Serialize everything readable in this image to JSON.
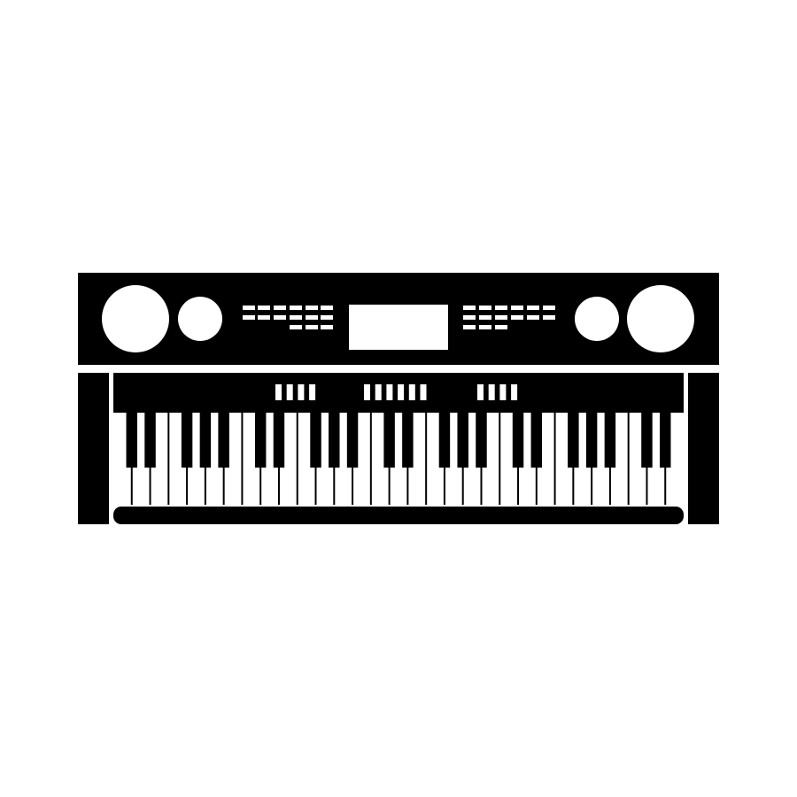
{
  "illustration": {
    "subject": "electronic-keyboard-icon",
    "colors": {
      "background": "#ffffff",
      "ink": "#000000",
      "paper": "#ffffff"
    },
    "white_key_count": 31,
    "control_buttons": {
      "left_button_groups": 3,
      "right_button_groups": 3,
      "center_buttons": [
        4,
        6,
        4
      ]
    }
  }
}
